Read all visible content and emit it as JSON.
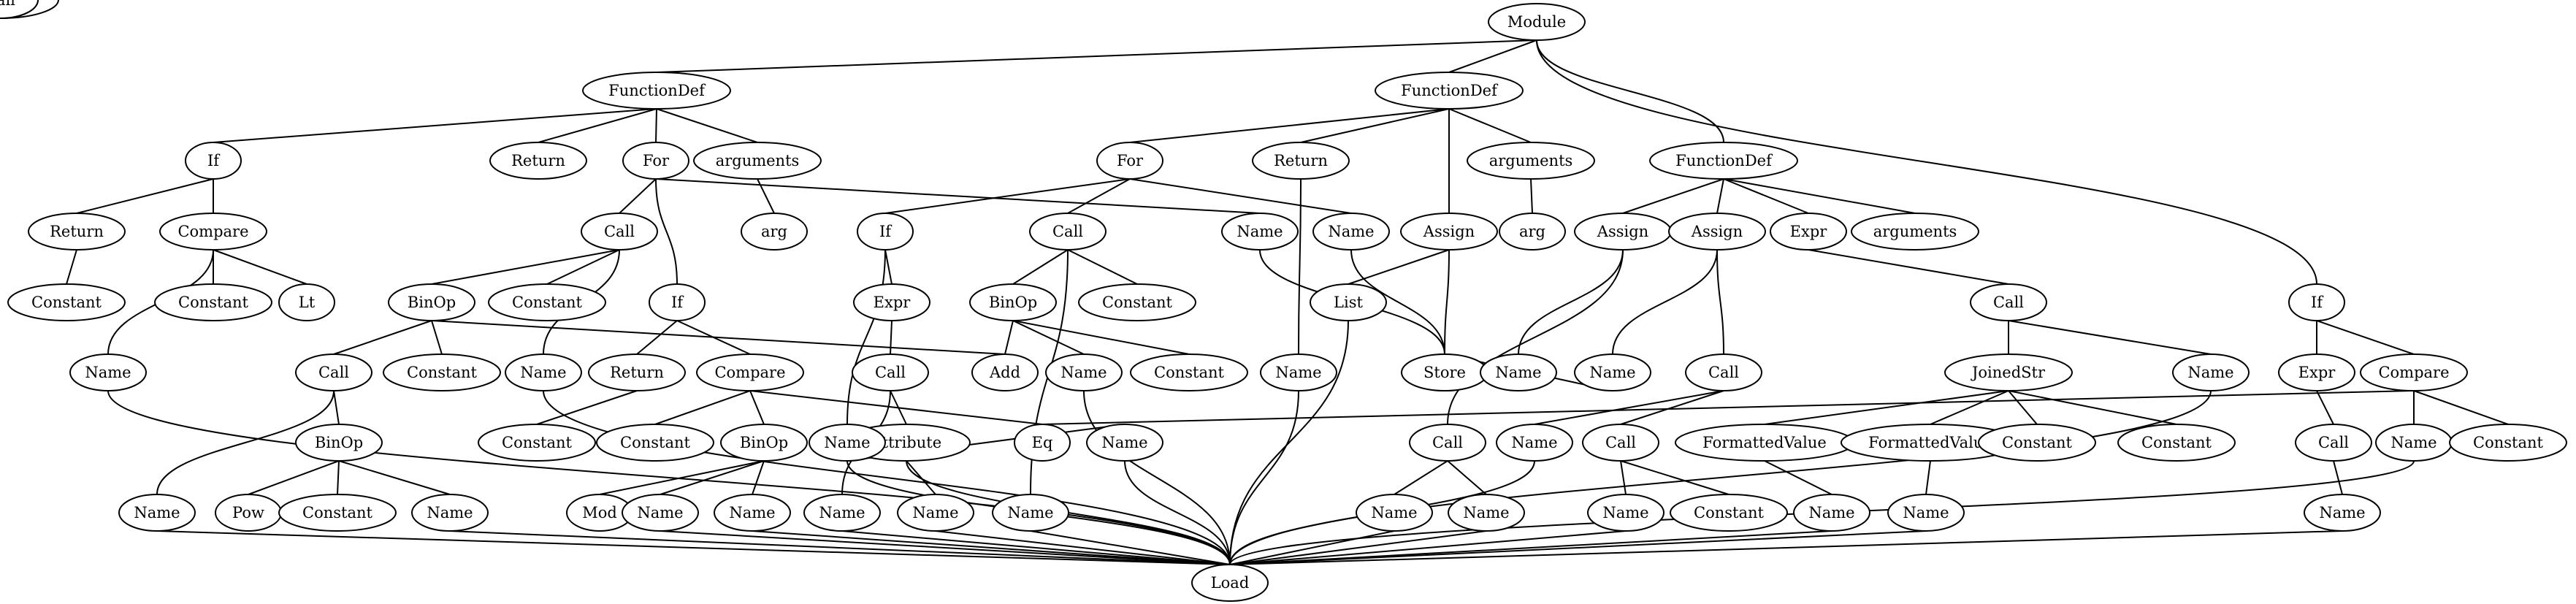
{
  "graph": {
    "nodes": [
      {
        "id": "n0",
        "label": "Module"
      },
      {
        "id": "n1",
        "label": "FunctionDef"
      },
      {
        "id": "n2",
        "label": "FunctionDef"
      },
      {
        "id": "n3",
        "label": "FunctionDef"
      },
      {
        "id": "n4",
        "label": "If"
      },
      {
        "id": "n5",
        "label": "Return"
      },
      {
        "id": "n6",
        "label": "For"
      },
      {
        "id": "n7",
        "label": "arguments"
      },
      {
        "id": "n8",
        "label": "Return"
      },
      {
        "id": "n9",
        "label": "Compare"
      },
      {
        "id": "n10",
        "label": "Constant"
      },
      {
        "id": "n11",
        "label": "Call"
      },
      {
        "id": "n12",
        "label": "arg"
      },
      {
        "id": "n13",
        "label": "Constant"
      },
      {
        "id": "n14",
        "label": "Name"
      },
      {
        "id": "n15",
        "label": "Constant"
      },
      {
        "id": "n16",
        "label": "Lt"
      },
      {
        "id": "n17",
        "label": "BinOp"
      },
      {
        "id": "n18",
        "label": "Constant"
      },
      {
        "id": "n19",
        "label": "If"
      },
      {
        "id": "n20",
        "label": "Name"
      },
      {
        "id": "n21",
        "label": "Call"
      },
      {
        "id": "n22",
        "label": "Constant"
      },
      {
        "id": "n23",
        "label": "Return"
      },
      {
        "id": "n24",
        "label": "Compare"
      },
      {
        "id": "n25",
        "label": "Name"
      },
      {
        "id": "n26",
        "label": "BinOp"
      },
      {
        "id": "n27",
        "label": "Constant"
      },
      {
        "id": "n28",
        "label": "Constant"
      },
      {
        "id": "n29",
        "label": "BinOp"
      },
      {
        "id": "n30",
        "label": "Name"
      },
      {
        "id": "n31",
        "label": "Pow"
      },
      {
        "id": "n32",
        "label": "Constant"
      },
      {
        "id": "n33",
        "label": "Name"
      },
      {
        "id": "n34",
        "label": "Mod"
      },
      {
        "id": "n35",
        "label": "Name"
      },
      {
        "id": "n36",
        "label": "Name"
      },
      {
        "id": "n37",
        "label": "Load"
      },
      {
        "id": "n38",
        "label": "For"
      },
      {
        "id": "n39",
        "label": "Return"
      },
      {
        "id": "n40",
        "label": "Assign"
      },
      {
        "id": "n41",
        "label": "arguments"
      },
      {
        "id": "n42",
        "label": "If"
      },
      {
        "id": "n43",
        "label": "Call"
      },
      {
        "id": "n44",
        "label": "Name"
      },
      {
        "id": "n45",
        "label": "Name"
      },
      {
        "id": "n46",
        "label": "List"
      },
      {
        "id": "n47",
        "label": "Name"
      },
      {
        "id": "n48",
        "label": "arg"
      },
      {
        "id": "n49",
        "label": "Expr"
      },
      {
        "id": "n50",
        "label": "BinOp"
      },
      {
        "id": "n51",
        "label": "Constant"
      },
      {
        "id": "n52",
        "label": "Call"
      },
      {
        "id": "n53",
        "label": "Add"
      },
      {
        "id": "n54",
        "label": "Name"
      },
      {
        "id": "n55",
        "label": "Constant"
      },
      {
        "id": "n56",
        "label": "Name"
      },
      {
        "id": "n57",
        "label": "Store"
      },
      {
        "id": "n58",
        "label": "Call"
      },
      {
        "id": "n59",
        "label": "Attribute"
      },
      {
        "id": "n60",
        "label": "Name"
      },
      {
        "id": "n61",
        "label": "Eq"
      },
      {
        "id": "n62",
        "label": "Name"
      },
      {
        "id": "n63",
        "label": "Name"
      },
      {
        "id": "n64",
        "label": "Name"
      },
      {
        "id": "n65",
        "label": "Name"
      },
      {
        "id": "n66",
        "label": "Assign"
      },
      {
        "id": "n67",
        "label": "Assign"
      },
      {
        "id": "n68",
        "label": "Expr"
      },
      {
        "id": "n69",
        "label": "arguments"
      },
      {
        "id": "n70",
        "label": "Name"
      },
      {
        "id": "n71",
        "label": "Call"
      },
      {
        "id": "n72",
        "label": "Name"
      },
      {
        "id": "n73",
        "label": "Call"
      },
      {
        "id": "n74",
        "label": "Call"
      },
      {
        "id": "n75",
        "label": "Name"
      },
      {
        "id": "n76",
        "label": "Call"
      },
      {
        "id": "n77",
        "label": "Name"
      },
      {
        "id": "n78",
        "label": "Name"
      },
      {
        "id": "n79",
        "label": "Name"
      },
      {
        "id": "n80",
        "label": "Constant"
      },
      {
        "id": "n81",
        "label": "JoinedStr"
      },
      {
        "id": "n82",
        "label": "Name"
      },
      {
        "id": "n83",
        "label": "FormattedValue"
      },
      {
        "id": "n84",
        "label": "FormattedValue"
      },
      {
        "id": "n85",
        "label": "Constant"
      },
      {
        "id": "n86",
        "label": "Constant"
      },
      {
        "id": "n87",
        "label": "Name"
      },
      {
        "id": "n88",
        "label": "Name"
      },
      {
        "id": "n89",
        "label": "If"
      },
      {
        "id": "n90",
        "label": "Expr"
      },
      {
        "id": "n91",
        "label": "Compare"
      },
      {
        "id": "n92",
        "label": "Call"
      },
      {
        "id": "n93",
        "label": "Name"
      },
      {
        "id": "n94",
        "label": "Constant"
      },
      {
        "id": "n95",
        "label": "Name"
      }
    ],
    "edges": [
      [
        "n0",
        "n1"
      ],
      [
        "n0",
        "n2"
      ],
      [
        "n0",
        "n3"
      ],
      [
        "n0",
        "n89"
      ],
      [
        "n1",
        "n4"
      ],
      [
        "n1",
        "n5"
      ],
      [
        "n1",
        "n6"
      ],
      [
        "n1",
        "n7"
      ],
      [
        "n4",
        "n8"
      ],
      [
        "n4",
        "n9"
      ],
      [
        "n8",
        "n10"
      ],
      [
        "n5",
        "n13"
      ],
      [
        "n7",
        "n12"
      ],
      [
        "n9",
        "n14"
      ],
      [
        "n9",
        "n15"
      ],
      [
        "n9",
        "n16"
      ],
      [
        "n14",
        "n37"
      ],
      [
        "n6",
        "n11"
      ],
      [
        "n6",
        "n19"
      ],
      [
        "n6",
        "n44"
      ],
      [
        "n11",
        "n17"
      ],
      [
        "n11",
        "n18"
      ],
      [
        "n11",
        "n20"
      ],
      [
        "n20",
        "n37"
      ],
      [
        "n17",
        "n21"
      ],
      [
        "n17",
        "n22"
      ],
      [
        "n17",
        "n53"
      ],
      [
        "n21",
        "n30"
      ],
      [
        "n21",
        "n29"
      ],
      [
        "n30",
        "n37"
      ],
      [
        "n29",
        "n31"
      ],
      [
        "n29",
        "n32"
      ],
      [
        "n29",
        "n33"
      ],
      [
        "n33",
        "n37"
      ],
      [
        "n19",
        "n23"
      ],
      [
        "n19",
        "n24"
      ],
      [
        "n23",
        "n27"
      ],
      [
        "n24",
        "n28"
      ],
      [
        "n24",
        "n26"
      ],
      [
        "n24",
        "n61"
      ],
      [
        "n26",
        "n34"
      ],
      [
        "n26",
        "n35"
      ],
      [
        "n26",
        "n36"
      ],
      [
        "n35",
        "n37"
      ],
      [
        "n36",
        "n37"
      ],
      [
        "n2",
        "n38"
      ],
      [
        "n2",
        "n39"
      ],
      [
        "n2",
        "n40"
      ],
      [
        "n2",
        "n41"
      ],
      [
        "n41",
        "n48"
      ],
      [
        "n39",
        "n47"
      ],
      [
        "n47",
        "n37"
      ],
      [
        "n40",
        "n46"
      ],
      [
        "n40",
        "n56"
      ],
      [
        "n46",
        "n37"
      ],
      [
        "n56",
        "n57"
      ],
      [
        "n38",
        "n42"
      ],
      [
        "n38",
        "n43"
      ],
      [
        "n38",
        "n45"
      ],
      [
        "n45",
        "n57"
      ],
      [
        "n42",
        "n49"
      ],
      [
        "n42",
        "n62"
      ],
      [
        "n62",
        "n63"
      ],
      [
        "n62",
        "n37"
      ],
      [
        "n49",
        "n58"
      ],
      [
        "n58",
        "n59"
      ],
      [
        "n58",
        "n60"
      ],
      [
        "n60",
        "n37"
      ],
      [
        "n59",
        "n64"
      ],
      [
        "n59",
        "n37"
      ],
      [
        "n64",
        "n37"
      ],
      [
        "n43",
        "n50"
      ],
      [
        "n43",
        "n51"
      ],
      [
        "n43",
        "n65"
      ],
      [
        "n65",
        "n37"
      ],
      [
        "n63",
        "n37"
      ],
      [
        "n50",
        "n53"
      ],
      [
        "n50",
        "n54"
      ],
      [
        "n50",
        "n55"
      ],
      [
        "n54",
        "n37"
      ],
      [
        "n44",
        "n57"
      ],
      [
        "n3",
        "n66"
      ],
      [
        "n3",
        "n67"
      ],
      [
        "n3",
        "n68"
      ],
      [
        "n3",
        "n69"
      ],
      [
        "n66",
        "n70"
      ],
      [
        "n66",
        "n73"
      ],
      [
        "n70",
        "n57"
      ],
      [
        "n73",
        "n77"
      ],
      [
        "n73",
        "n78"
      ],
      [
        "n77",
        "n37"
      ],
      [
        "n78",
        "n37"
      ],
      [
        "n67",
        "n72"
      ],
      [
        "n67",
        "n71"
      ],
      [
        "n72",
        "n57"
      ],
      [
        "n71",
        "n75"
      ],
      [
        "n71",
        "n76"
      ],
      [
        "n75",
        "n37"
      ],
      [
        "n76",
        "n79"
      ],
      [
        "n76",
        "n80"
      ],
      [
        "n79",
        "n37"
      ],
      [
        "n68",
        "n74"
      ],
      [
        "n74",
        "n81"
      ],
      [
        "n74",
        "n82"
      ],
      [
        "n82",
        "n37"
      ],
      [
        "n81",
        "n83"
      ],
      [
        "n81",
        "n84"
      ],
      [
        "n81",
        "n85"
      ],
      [
        "n81",
        "n86"
      ],
      [
        "n83",
        "n87"
      ],
      [
        "n84",
        "n88"
      ],
      [
        "n87",
        "n37"
      ],
      [
        "n88",
        "n37"
      ],
      [
        "n89",
        "n90"
      ],
      [
        "n89",
        "n91"
      ],
      [
        "n90",
        "n92"
      ],
      [
        "n92",
        "n95"
      ],
      [
        "n95",
        "n37"
      ],
      [
        "n91",
        "n61"
      ],
      [
        "n91",
        "n93"
      ],
      [
        "n91",
        "n94"
      ],
      [
        "n93",
        "n37"
      ]
    ]
  }
}
